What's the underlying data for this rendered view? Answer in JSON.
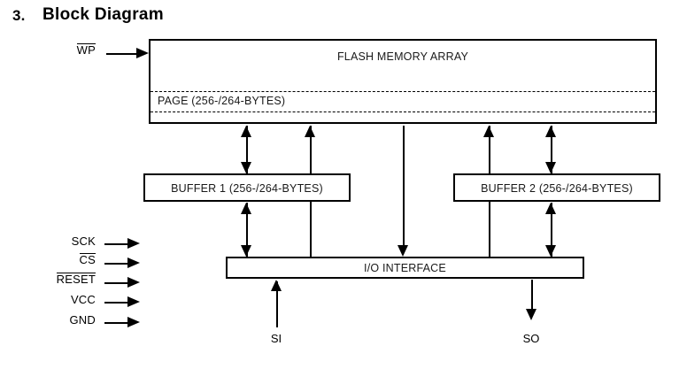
{
  "heading": {
    "number": "3.",
    "text": "Block Diagram"
  },
  "blocks": {
    "flash_array": {
      "label": "FLASH MEMORY ARRAY",
      "page_band_label": "PAGE (256-/264-BYTES)"
    },
    "buffer1": {
      "label": "BUFFER 1 (256-/264-BYTES)"
    },
    "buffer2": {
      "label": "BUFFER 2 (256-/264-BYTES)"
    },
    "io_interface": {
      "label": "I/O INTERFACE"
    }
  },
  "left_pins": [
    {
      "name": "WP",
      "overline": true
    },
    {
      "name": "SCK",
      "overline": false
    },
    {
      "name": "CS",
      "overline": true
    },
    {
      "name": "RESET",
      "overline": true
    },
    {
      "name": "VCC",
      "overline": false
    },
    {
      "name": "GND",
      "overline": false
    }
  ],
  "bottom_pins": [
    {
      "name": "SI",
      "direction": "in"
    },
    {
      "name": "SO",
      "direction": "out"
    }
  ],
  "colors": {
    "line": "#000000",
    "background": "#ffffff",
    "text": "#000000"
  }
}
